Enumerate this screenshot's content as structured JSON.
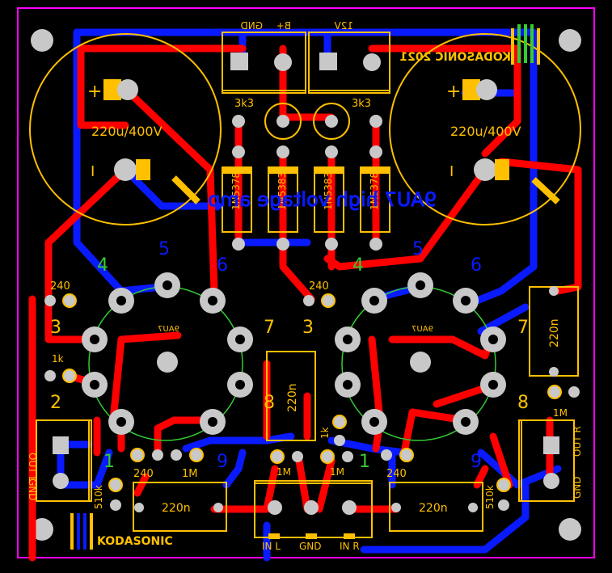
{
  "board": {
    "brand_top": "KODASONIC 2021",
    "brand_bottom": "KODASONIC",
    "title_mirrored": "9AU7 high voltage amp"
  },
  "connectors_top": {
    "left": {
      "label_a": "GND",
      "label_b": "B+"
    },
    "right": {
      "label_a": "12V"
    }
  },
  "capacitors": {
    "left_value": "220u/400V",
    "right_value": "220u/400V",
    "plus": "+",
    "minus": "I"
  },
  "resistors": {
    "anode_left": "3k3",
    "anode_right": "3k3",
    "grid_left": "240",
    "grid_right": "240",
    "grid_left_b": "240",
    "grid_right_b": "240",
    "cathode_left": "1k",
    "cathode_right": "1k",
    "leak_left": "1M",
    "leak_right": "1M",
    "in_left": "1M",
    "in_right": "1M",
    "load_left": "510k",
    "load_right": "510k"
  },
  "diodes": [
    "1N5378",
    "1N5383",
    "1N5383",
    "1N5378"
  ],
  "caps_small": {
    "center": "220n",
    "right": "220n",
    "bottom_left": "220n",
    "bottom_right": "220n"
  },
  "tube": {
    "label": "9AU7",
    "pins": [
      "1",
      "2",
      "3",
      "4",
      "5",
      "6",
      "7",
      "8",
      "9"
    ],
    "pin_left_4": "4",
    "pin_left_5": "5",
    "pin_left_6": "6",
    "pin_right_4": "4",
    "pin_right_5": "5",
    "pin_right_6": "6"
  },
  "outputs": {
    "left_a": "OUT L",
    "left_b": "GND",
    "right_a": "OUT R",
    "right_b": "GND"
  },
  "inputs": {
    "left": "IN L",
    "center": "GND",
    "right": "IN R"
  },
  "colors": {
    "background": "#000000",
    "top_copper": "#ff0000",
    "bottom_copper": "#0000ff",
    "silkscreen": "#ffc000",
    "pad": "#c8c8c8",
    "outline": "#ff00ff",
    "accent_green": "#33cc33"
  }
}
